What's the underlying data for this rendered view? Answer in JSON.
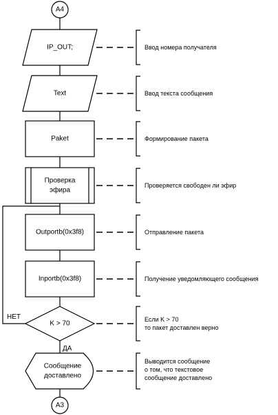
{
  "connectors": {
    "top": "A4",
    "bottom": "A3"
  },
  "blocks": {
    "input_ip": "IP_OUT;",
    "input_text": "Text",
    "process_paket": "Paket",
    "subprocess_line1": "Проверка",
    "subprocess_line2": "эфира",
    "process_outportb": "Outportb(0x3f8)",
    "process_inportb": "Inportb(0x3f8)",
    "decision": "K > 70",
    "display_line1": "Сообщение",
    "display_line2": "доставлено"
  },
  "branches": {
    "no": "НЕТ",
    "yes": "ДА"
  },
  "comments": {
    "input_ip": "Ввод номера получателя",
    "input_text": "Ввод текста сообщения",
    "process_paket": "Формирование пакета",
    "subprocess": "Проверяется свободен ли эфир",
    "process_outportb": "Отправление пакета",
    "process_inportb": "Получение уведомляющего сообщения",
    "decision_line1": "Если K > 70",
    "decision_line2": "то пакет доставлен верно",
    "display_line1": "Выводится сообщение",
    "display_line2": "о том, что текстовое",
    "display_line3": "сообщение доставлено"
  }
}
